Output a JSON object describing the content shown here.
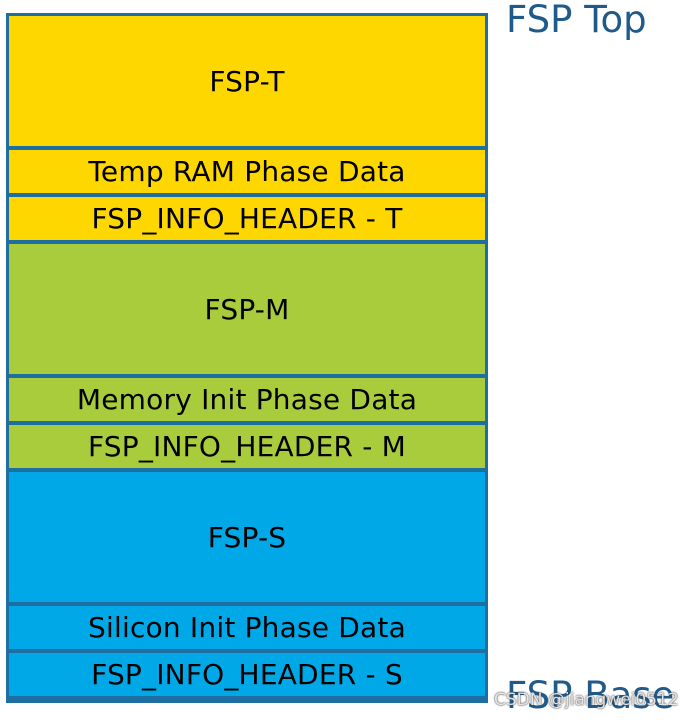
{
  "colors": {
    "fsp_t": "#ffd700",
    "fsp_m": "#a8cc3c",
    "fsp_s": "#00a8e8",
    "border": "#1f6ea1"
  },
  "blocks": [
    {
      "label": "FSP-T",
      "group": "fsp_t"
    },
    {
      "label": "Temp RAM Phase Data",
      "group": "fsp_t"
    },
    {
      "label": "FSP_INFO_HEADER - T",
      "group": "fsp_t"
    },
    {
      "label": "FSP-M",
      "group": "fsp_m"
    },
    {
      "label": "Memory Init Phase Data",
      "group": "fsp_m"
    },
    {
      "label": "FSP_INFO_HEADER - M",
      "group": "fsp_m"
    },
    {
      "label": "FSP-S",
      "group": "fsp_s"
    },
    {
      "label": "Silicon Init Phase Data",
      "group": "fsp_s"
    },
    {
      "label": "FSP_INFO_HEADER - S",
      "group": "fsp_s"
    }
  ],
  "labels": {
    "top": "FSP Top",
    "base": "FSP Base"
  },
  "watermark": "CSDN @jiangwei0512"
}
